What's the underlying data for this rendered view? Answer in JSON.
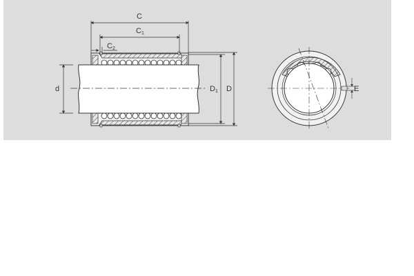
{
  "figure": {
    "subject": "Linear ball bearing - sectional and end views",
    "background_color": "#dcdddf",
    "line_color": "#333333",
    "side_view": {
      "dimensions": {
        "overall_length": {
          "symbol": "C",
          "sub": ""
        },
        "inner_length": {
          "symbol": "C",
          "sub": "1"
        },
        "groove_offset": {
          "symbol": "C",
          "sub": "2"
        },
        "shaft_diameter": {
          "symbol": "d",
          "sub": ""
        },
        "groove_diameter": {
          "symbol": "D",
          "sub": "1"
        },
        "outer_diameter": {
          "symbol": "D",
          "sub": ""
        }
      },
      "ball_count_per_row": 13
    },
    "end_view": {
      "dimensions": {
        "slot_width": {
          "symbol": "E",
          "sub": ""
        }
      }
    }
  }
}
